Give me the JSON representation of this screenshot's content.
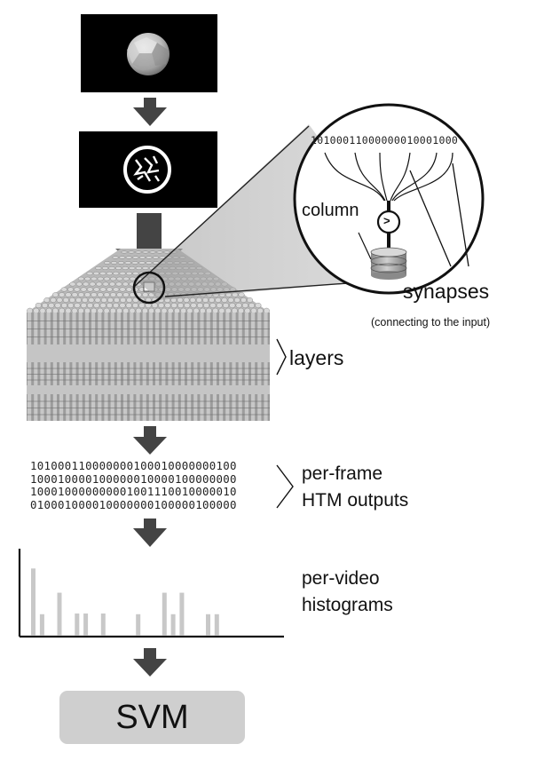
{
  "zoom": {
    "input_bits": "10100011000000010001000",
    "column_label": "column",
    "comparator_symbol": ">",
    "synapses_label": "synapses",
    "synapses_note": "(connecting to the input)"
  },
  "layers": {
    "label": "layers"
  },
  "outputs": {
    "rows": [
      "101000110000000100010000000100",
      "100010000100000010000100000000",
      "100010000000001001110010000010",
      "010001000010000000100000100000"
    ],
    "label_line1": "per-frame",
    "label_line2": "HTM outputs"
  },
  "histogram": {
    "label_line1": "per-video",
    "label_line2": "histograms",
    "bar_values": [
      0.97,
      0.31,
      0,
      0.62,
      0,
      0.32,
      0.32,
      0,
      0.32,
      0,
      0,
      0,
      0.31,
      0,
      0,
      0.62,
      0.31,
      0.62,
      0,
      0,
      0.31,
      0.31
    ]
  },
  "classifier": {
    "label": "SVM"
  },
  "colors": {
    "arrow": "#444444",
    "bar": "#c8c8c8",
    "svm_box": "#cfcfcf",
    "frame": "#000000"
  }
}
